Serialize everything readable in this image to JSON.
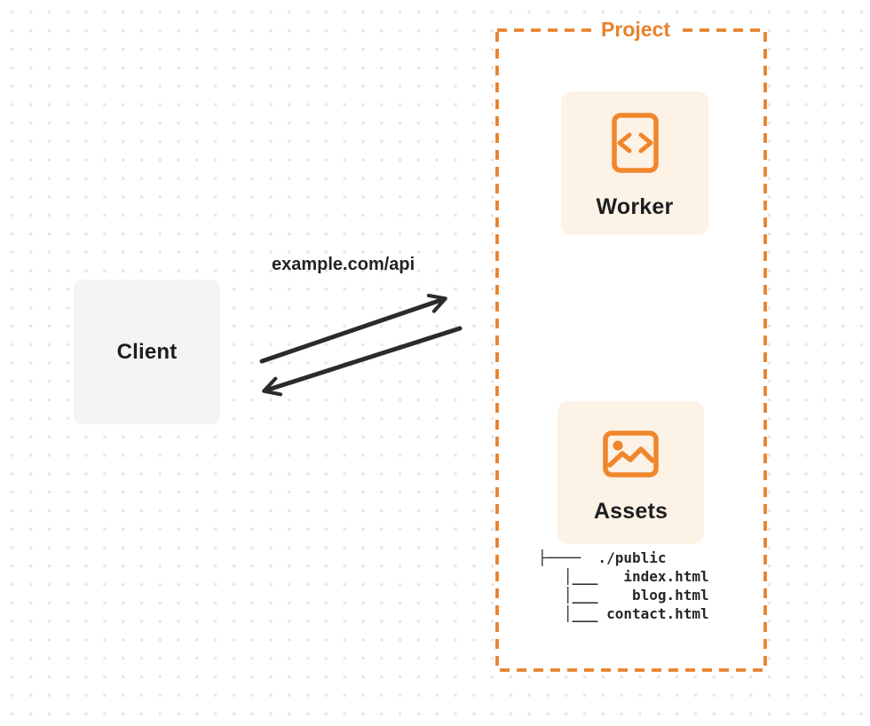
{
  "diagram": {
    "client": {
      "label": "Client"
    },
    "request": {
      "label": "example.com/api"
    },
    "arrows": [
      {
        "id": "request-arrow",
        "from": "client",
        "to": "project"
      },
      {
        "id": "response-arrow",
        "from": "project",
        "to": "client"
      }
    ],
    "project": {
      "title": "Project",
      "nodes": [
        {
          "id": "worker",
          "label": "Worker",
          "icon": "code-icon"
        },
        {
          "id": "assets",
          "label": "Assets",
          "icon": "image-icon"
        }
      ],
      "file_tree": {
        "lines": [
          "├────  ./public",
          "   │___   index.html",
          "   │___    blog.html",
          "   │___ contact.html"
        ]
      }
    }
  },
  "colors": {
    "accent_orange": "#E8822D",
    "icon_orange": "#F0862C",
    "card_cream": "#FDF2E6",
    "client_gray": "#F4F4F5",
    "text_dark": "#1D1E21",
    "arrow_dark": "#2B2B2B",
    "dot_grid": "#E5E5E6",
    "background": "#FFFFFF"
  }
}
